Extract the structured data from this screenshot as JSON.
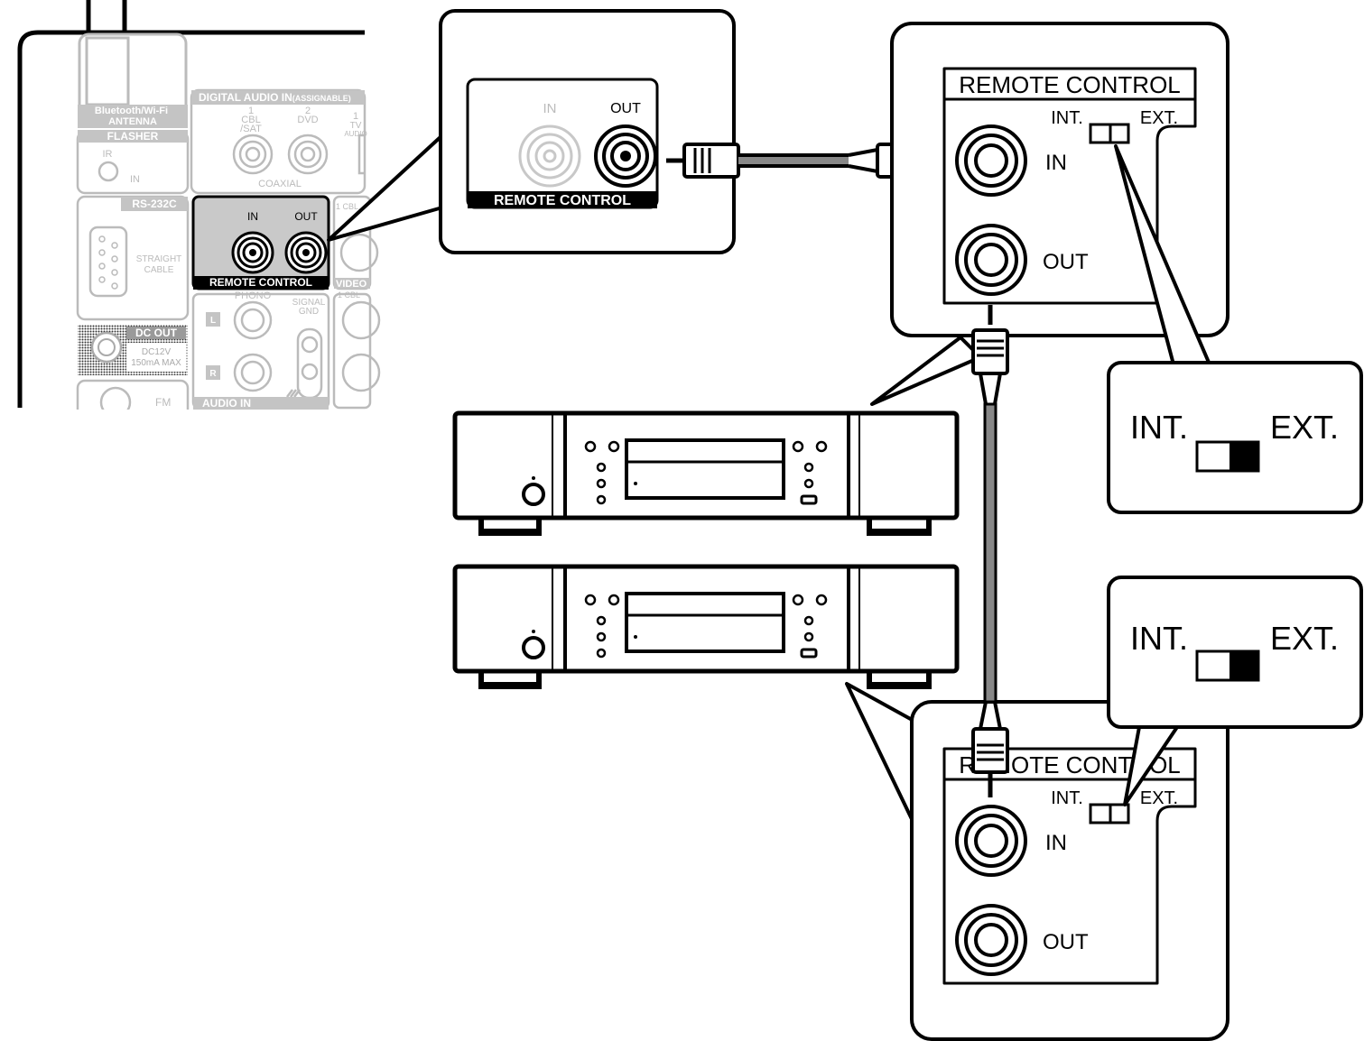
{
  "receiver_panel": {
    "antenna": "Bluetooth/Wi-Fi\nANTENNA",
    "flasher": {
      "title": "FLASHER",
      "ir": "IR",
      "in": "IN"
    },
    "digital_audio_in": {
      "title": "DIGITAL AUDIO IN",
      "title_suffix": "(ASSIGNABLE)",
      "jack1_num": "1",
      "jack1_name": "CBL\n/SAT",
      "jack2_num": "2",
      "jack2_name": "DVD",
      "jack3_num": "1",
      "jack3_name": "TV\nAUDIO",
      "coaxial": "COAXIAL"
    },
    "rs232c": {
      "title": "RS-232C",
      "cable": "STRAIGHT\nCABLE"
    },
    "remote_control": {
      "in": "IN",
      "out": "OUT",
      "label": "REMOTE CONTROL"
    },
    "video": {
      "top": "1 CBL",
      "label": "VIDEO"
    },
    "phono": {
      "label": "PHONO",
      "l": "L",
      "r": "R"
    },
    "signal_gnd": "SIGNAL\nGND",
    "cbl_small": "1 CBL",
    "audio_in": "AUDIO IN",
    "dc_out": {
      "title": "DC OUT",
      "spec": "DC12V\n150mA MAX"
    },
    "fm": "FM"
  },
  "zoom_receiver": {
    "in": "IN",
    "out": "OUT",
    "label": "REMOTE CONTROL"
  },
  "device_top_panel": {
    "title": "REMOTE CONTROL",
    "int": "INT.",
    "ext": "EXT.",
    "in": "IN",
    "out": "OUT"
  },
  "device_bottom_panel": {
    "title": "REMOTE CONTROL",
    "int": "INT.",
    "ext": "EXT.",
    "in": "IN",
    "out": "OUT"
  },
  "switch_callout_top": {
    "int": "INT.",
    "ext": "EXT.",
    "position": "EXT."
  },
  "switch_callout_bottom": {
    "int": "INT.",
    "ext": "EXT.",
    "position": "EXT."
  }
}
